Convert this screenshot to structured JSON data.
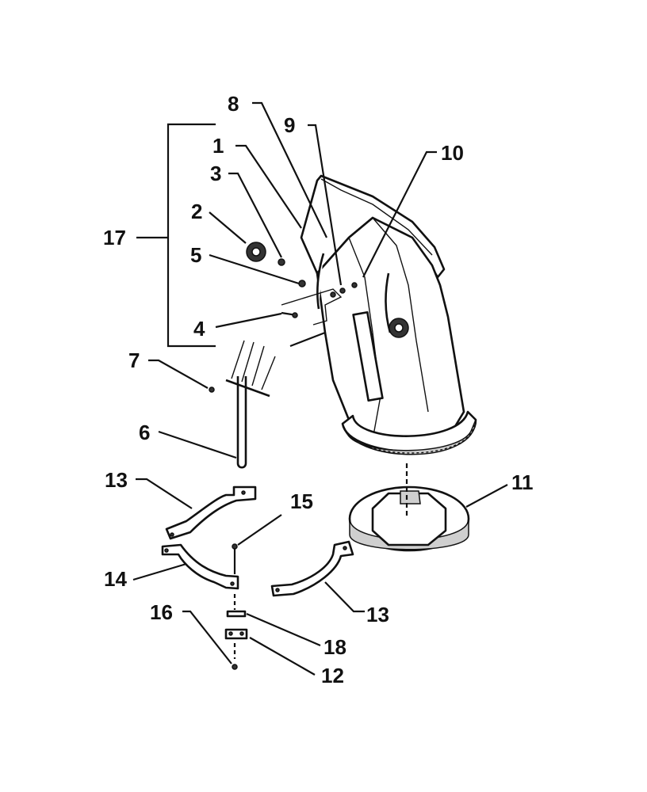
{
  "callouts": {
    "c1": "1",
    "c2": "2",
    "c3": "3",
    "c4": "4",
    "c5": "5",
    "c6": "6",
    "c7": "7",
    "c8": "8",
    "c9": "9",
    "c10": "10",
    "c11": "11",
    "c12": "12",
    "c13a": "13",
    "c13b": "13",
    "c14": "14",
    "c15": "15",
    "c16": "16",
    "c17": "17",
    "c18": "18"
  }
}
